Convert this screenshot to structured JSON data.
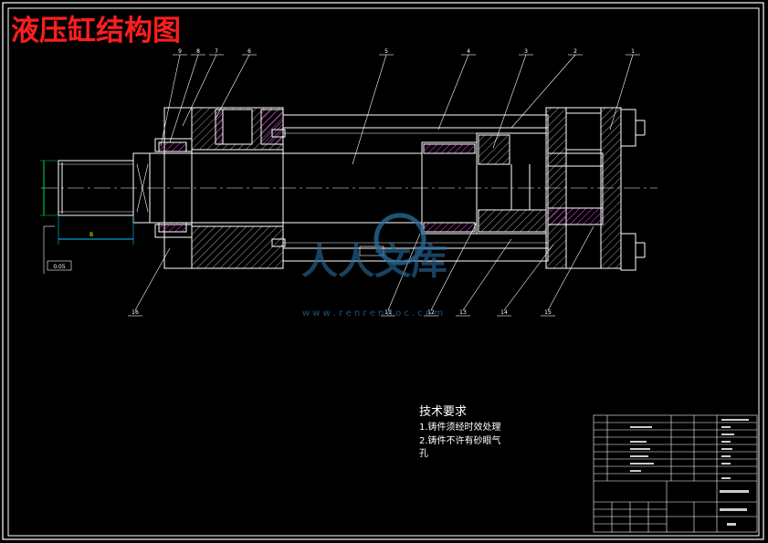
{
  "title": "液压缸结构图",
  "watermark": {
    "brand": "人人文库",
    "url": "w w w . r e n r e n d o c . c o m"
  },
  "tech_requirements": {
    "heading": "技术要求",
    "items": [
      "1.铸件须经时效处理",
      "2.铸件不许有砂眼气",
      "孔"
    ]
  },
  "part_labels": {
    "top": [
      "9",
      "8",
      "7",
      "6",
      "5",
      "4",
      "3",
      "2",
      "1"
    ],
    "bottom": [
      "16",
      "11",
      "12",
      "13",
      "14",
      "15"
    ]
  },
  "dims": {
    "width_label": "B",
    "tol": "0.05"
  },
  "colors": {
    "line": "#ffffff",
    "title": "#ff1e1e",
    "green": "#00e040",
    "cyan": "#00c8ff",
    "magenta": "#ff40ff",
    "yellow": "#ffff00",
    "watermark": "#2a6fa0"
  }
}
